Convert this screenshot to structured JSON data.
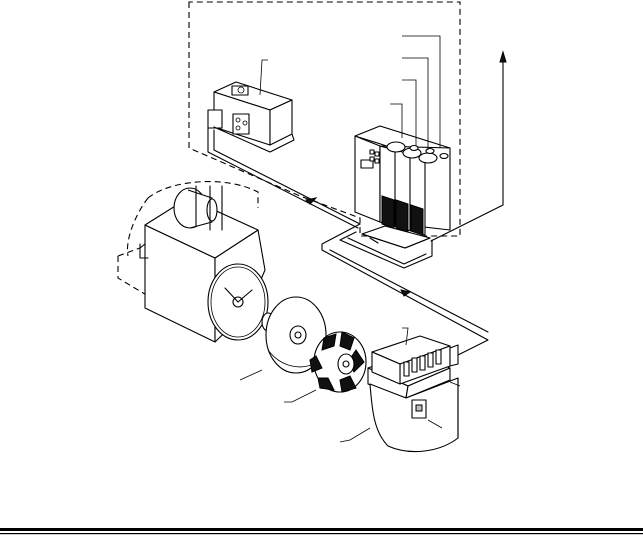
{
  "figure": {
    "background": "#ffffff",
    "line_color": "#000000",
    "components": [
      "control-enclosure",
      "control-box",
      "drive-cabinet",
      "motor",
      "brake-disc",
      "flywheel-disc",
      "rotor-wheel",
      "blower-housing",
      "junction-box",
      "leader-line",
      "output-arrow"
    ]
  }
}
